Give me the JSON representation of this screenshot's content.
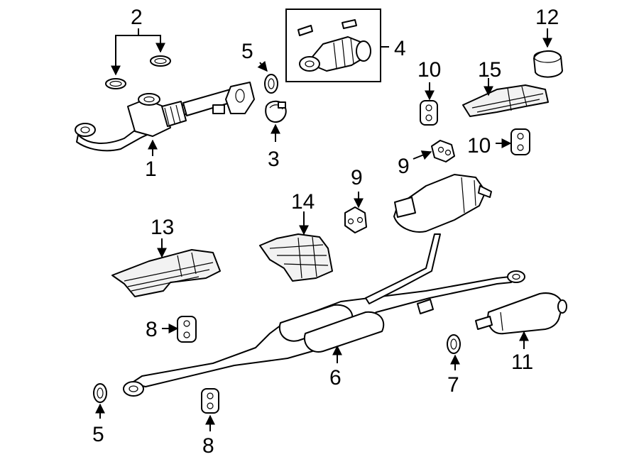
{
  "diagram": {
    "labels": {
      "part1": "1",
      "part2": "2",
      "part3": "3",
      "part4": "4",
      "part5a": "5",
      "part5b": "5",
      "part6": "6",
      "part7": "7",
      "part8a": "8",
      "part8b": "8",
      "part9a": "9",
      "part9b": "9",
      "part10a": "10",
      "part10b": "10",
      "part11": "11",
      "part12": "12",
      "part13": "13",
      "part14": "14",
      "part15": "15"
    }
  }
}
